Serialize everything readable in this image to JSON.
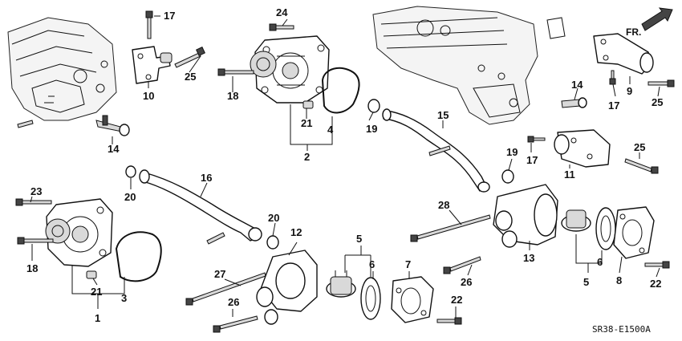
{
  "diagram": {
    "direction_label": "FR.",
    "code": "SR38-E1500A",
    "callouts": {
      "c17a": "17",
      "c24": "24",
      "c25a": "25",
      "c10": "10",
      "c14a": "14",
      "c18a": "18",
      "c21a": "21",
      "c2": "2",
      "c4": "4",
      "c19a": "19",
      "c15": "15",
      "c19b": "19",
      "c14b": "14",
      "c9": "9",
      "c17b": "17",
      "c25b": "25",
      "c17c": "17",
      "c11": "11",
      "c25c": "25",
      "c20a": "20",
      "c16": "16",
      "c23": "23",
      "c18b": "18",
      "c21b": "21",
      "c3": "3",
      "c1": "1",
      "c20b": "20",
      "c12": "12",
      "c27": "27",
      "c26a": "26",
      "c5a": "5",
      "c6a": "6",
      "c7": "7",
      "c22a": "22",
      "c28": "28",
      "c13": "13",
      "c26b": "26",
      "c6b": "6",
      "c5b": "5",
      "c8": "8",
      "c22b": "22"
    }
  }
}
